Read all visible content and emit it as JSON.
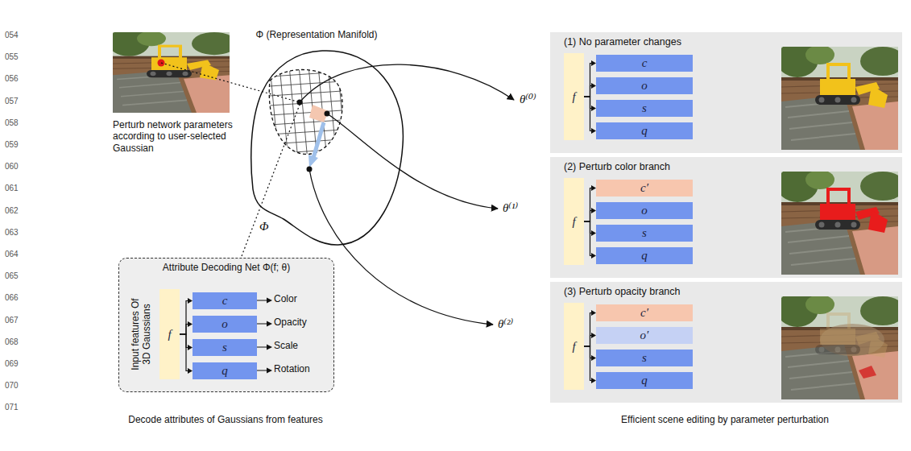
{
  "diagram": {
    "nodes": [
      {
        "text": [
          "Attribute Decoding Net Φ(f; θ)",
          "Input features Of 3D Gaussians"
        ]
      },
      {
        "text": [
          "f"
        ],
        "in": 0
      },
      {
        "text": [
          "c"
        ],
        "in": 0
      },
      {
        "text": [
          "o"
        ],
        "in": 0
      },
      {
        "text": [
          "s"
        ],
        "in": 0
      },
      {
        "text": [
          "q"
        ],
        "in": 0
      },
      {
        "text": [
          "(1) No parameter changes"
        ]
      },
      {
        "text": [
          "f"
        ],
        "in": 6
      },
      {
        "text": [
          "c"
        ],
        "in": 6
      },
      {
        "text": [
          "o"
        ],
        "in": 6
      },
      {
        "text": [
          "s"
        ],
        "in": 6
      },
      {
        "text": [
          "q"
        ],
        "in": 6
      },
      {
        "text": [
          "(2) Perturb color branch"
        ]
      },
      {
        "text": [
          "f"
        ],
        "in": 12
      },
      {
        "text": [
          "c′"
        ],
        "in": 12
      },
      {
        "text": [
          "o"
        ],
        "in": 12
      },
      {
        "text": [
          "s"
        ],
        "in": 12
      },
      {
        "text": [
          "q"
        ],
        "in": 12
      },
      {
        "text": [
          "(3) Perturb opacity branch"
        ]
      },
      {
        "text": [
          "f"
        ],
        "in": 18
      },
      {
        "text": [
          "c′"
        ],
        "in": 18
      },
      {
        "text": [
          "o′"
        ],
        "in": 18
      },
      {
        "text": [
          "s"
        ],
        "in": 18
      },
      {
        "text": [
          "q"
        ],
        "in": 18
      }
    ],
    "edges": [
      {
        "from": 1,
        "to": 2,
        "arrow": "to"
      },
      {
        "from": 1,
        "to": 3,
        "arrow": "to"
      },
      {
        "from": 1,
        "to": 4,
        "arrow": "to"
      },
      {
        "from": 1,
        "to": 5,
        "arrow": "to"
      },
      {
        "from": 7,
        "to": 8,
        "arrow": "to"
      },
      {
        "from": 7,
        "to": 9,
        "arrow": "to"
      },
      {
        "from": 7,
        "to": 10,
        "arrow": "to"
      },
      {
        "from": 7,
        "to": 11,
        "arrow": "to"
      },
      {
        "from": 13,
        "to": 14,
        "arrow": "to"
      },
      {
        "from": 13,
        "to": 15,
        "arrow": "to"
      },
      {
        "from": 13,
        "to": 16,
        "arrow": "to"
      },
      {
        "from": 13,
        "to": 17,
        "arrow": "to"
      },
      {
        "from": 19,
        "to": 20,
        "arrow": "to"
      },
      {
        "from": 19,
        "to": 21,
        "arrow": "to"
      },
      {
        "from": 19,
        "to": 22,
        "arrow": "to"
      },
      {
        "from": 19,
        "to": 23,
        "arrow": "to"
      }
    ],
    "labels": [
      "054",
      "055",
      "056",
      "057",
      "058",
      "059",
      "060",
      "061",
      "062",
      "063",
      "064",
      "065",
      "066",
      "067",
      "068",
      "069",
      "070",
      "071",
      "Φ (Representation Manifold)",
      "Perturb network parameters according to user-selected Gaussian",
      "Φ",
      "θ⁽⁰⁾",
      "θ⁽¹⁾",
      "θ⁽²⁾",
      "Color",
      "Opacity",
      "Scale",
      "Rotation",
      "Decode attributes of Gaussians from features",
      "Efficient scene editing by parameter perturbation"
    ]
  }
}
